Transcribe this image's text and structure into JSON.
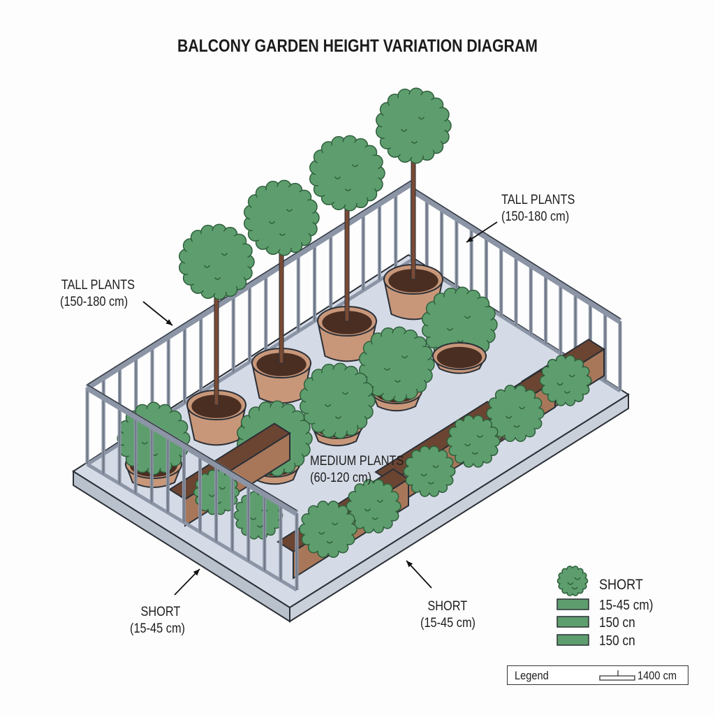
{
  "title": "BALCONY GARDEN HEIGHT VARIATION DIAGRAM",
  "labels": {
    "tall_right": {
      "name": "TALL PLANTS",
      "range": "(150-180 cm)"
    },
    "tall_left": {
      "name": "TALL PLANTS",
      "range": "(150-180 cm)"
    },
    "medium": {
      "name": "MEDIUM PLANTS",
      "range": "(60-120 cm)"
    },
    "short_left": {
      "name": "SHORT",
      "range": "(15-45 cm)"
    },
    "short_right": {
      "name": "SHORT",
      "range": "(15-45 cm)"
    }
  },
  "legend": {
    "items": [
      "SHORT",
      "15-45 cm)",
      "150 cn",
      "150 cn"
    ],
    "box_label": "Legend",
    "scale": "1400 cm"
  },
  "colors": {
    "foliage": "#5e9e6e",
    "foliage_dark": "#2f5f3c",
    "pot": "#c8977a",
    "soil": "#4a2e22",
    "floor": "#d5dbe6",
    "rail": "#8c95a6",
    "planter": "#a8775a"
  }
}
